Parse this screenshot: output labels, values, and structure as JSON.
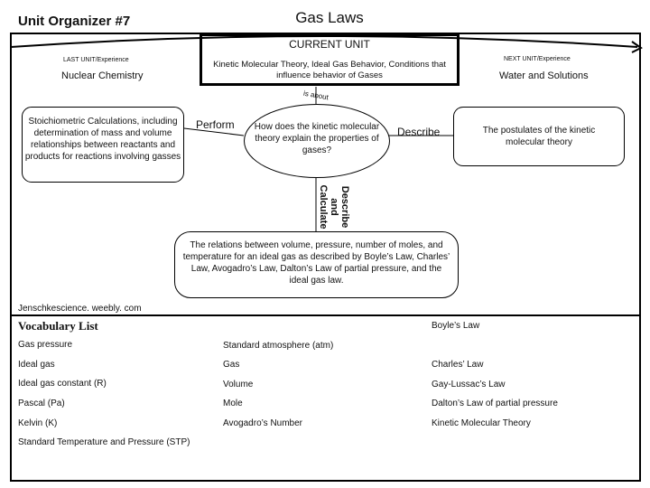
{
  "header": {
    "unit_organizer": "Unit Organizer #7",
    "title": "Gas Laws"
  },
  "current_unit": {
    "label": "CURRENT UNIT",
    "description": "Kinetic Molecular Theory, Ideal Gas Behavior, Conditions that influence behavior of Gases"
  },
  "last_unit": {
    "header": "LAST UNIT/Experience",
    "value": "Nuclear Chemistry"
  },
  "next_unit": {
    "header": "NEXT UNIT/Experience",
    "value": "Water and Solutions"
  },
  "map": {
    "is_about": "is about",
    "left_box": "Stoichiometric Calculations, including determination of mass and volume relationships between reactants and products for reactions involving gasses",
    "perform": "Perform",
    "center_question": "How does the kinetic molecular theory explain the properties of gases?",
    "describe": "Describe",
    "right_box": "The postulates of the kinetic molecular theory",
    "vertical_label_1": "Describe and",
    "vertical_label_2": "Calculate",
    "bottom_box": "The relations between volume, pressure, number of moles, and temperature for an ideal gas as described by Boyle’s Law, Charles’ Law, Avogadro’s Law, Dalton’s Law of partial pressure, and the ideal gas law."
  },
  "website": "Jenschkescience. weebly. com",
  "vocabulary": {
    "header": "Vocabulary List",
    "items": [
      "Boyle’s Law",
      "Gas pressure",
      "Standard atmosphere (atm)",
      "Ideal gas",
      "Gas",
      "Charles’ Law",
      "Ideal gas constant (R)",
      "Volume",
      "Gay-Lussac’s Law",
      "Pascal (Pa)",
      "Mole",
      "Dalton’s Law of partial pressure",
      "Kelvin (K)",
      "Avogadro’s Number",
      "Kinetic Molecular Theory",
      "Standard Temperature and Pressure (STP)"
    ]
  }
}
